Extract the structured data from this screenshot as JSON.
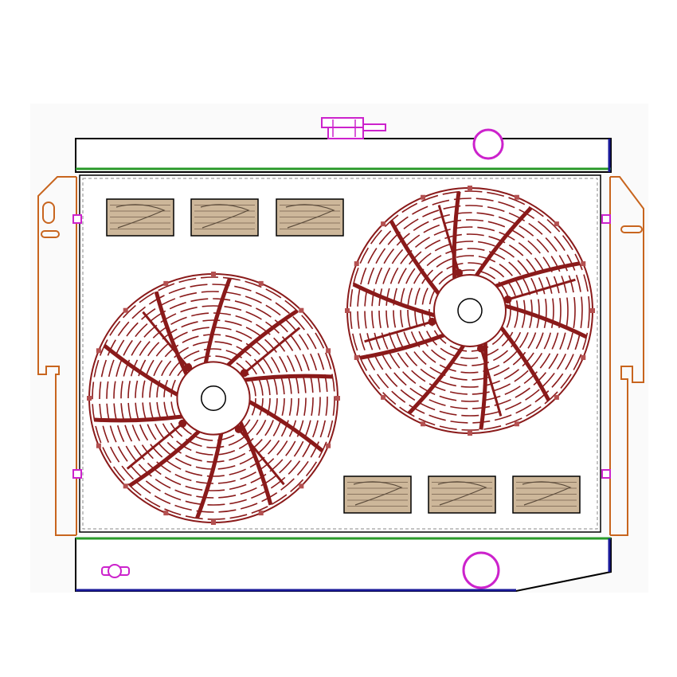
{
  "diagram": {
    "subject": "",
    "colors": {
      "background": "#ffffff",
      "paper": "#fafafa",
      "outline": "#000000",
      "core_edge": "#2a9a2a",
      "bracket": "#c8651e",
      "fan": "#8a1a1a",
      "fan_light": "#b35050",
      "fitting": "#cc22cc",
      "tank_bottom_edge": "#1a1a9a",
      "vent_fill": "#cdb79a"
    },
    "fans": [
      {
        "id": "left-fan",
        "blades": 10
      },
      {
        "id": "right-fan",
        "blades": 10
      }
    ],
    "vents": {
      "top_row_count": 3,
      "bottom_row_count": 3
    },
    "icons": [
      "radiator-cap-icon",
      "filler-neck-icon",
      "outlet-neck-icon",
      "drain-plug-icon",
      "mounting-bracket-icon"
    ]
  }
}
